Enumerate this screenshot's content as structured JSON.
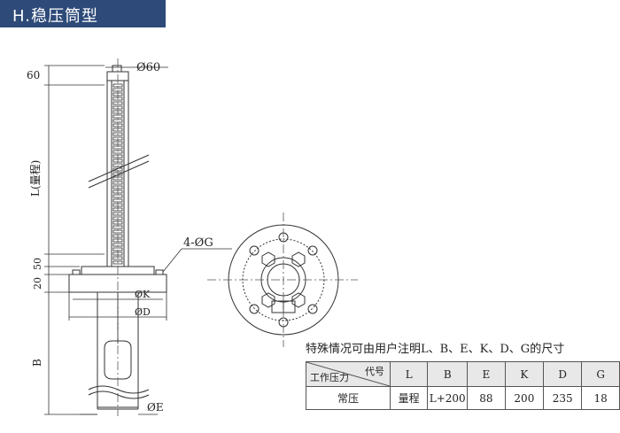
{
  "title": "H.稳压筒型",
  "dims": {
    "top_dia": "Ø60",
    "top_len": "60",
    "range": "L(量程)",
    "d20": "20",
    "d50": "50",
    "holes": "4-ØG",
    "dk": "ØK",
    "dd": "ØD",
    "b": "B",
    "de": "ØE"
  },
  "note": "特殊情况可由用户注明L、B、E、K、D、G的尺寸",
  "table": {
    "corner_top": "代号",
    "corner_bottom": "工作压力",
    "headers": [
      "L",
      "B",
      "E",
      "K",
      "D",
      "G"
    ],
    "row_label": "常压",
    "values": [
      "量程",
      "L+200",
      "88",
      "200",
      "235",
      "18"
    ]
  }
}
